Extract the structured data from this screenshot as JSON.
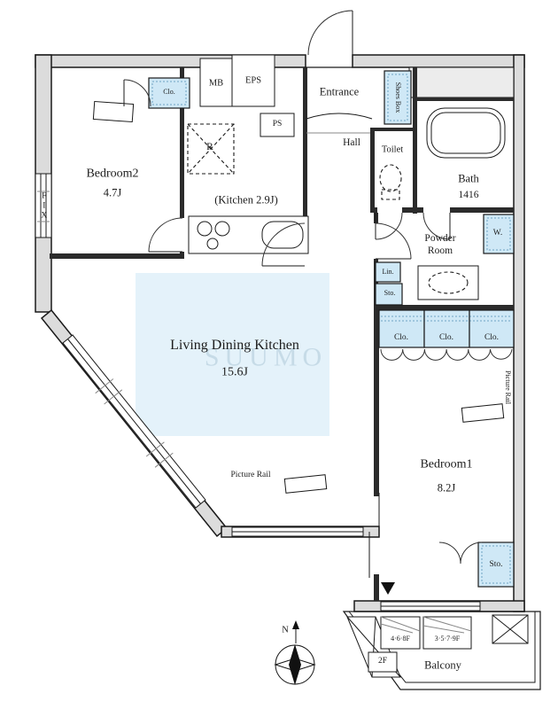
{
  "plan": {
    "rooms": {
      "entrance": "Entrance",
      "hall": "Hall",
      "toilet": "Toilet",
      "bath": "Bath",
      "bath_size": "1416",
      "powder": "Powder\nRoom",
      "bedroom2": "Bedroom2",
      "bedroom2_size": "4.7J",
      "kitchen": "(Kitchen 2.9J)",
      "ldk": "Living Dining Kitchen",
      "ldk_size": "15.6J",
      "bedroom1": "Bedroom1",
      "bedroom1_size": "8.2J",
      "balcony": "Balcony"
    },
    "storage": {
      "shoes_box": "Shoes Box",
      "clo_bedroom2": "Clo.",
      "clo": "Clo.",
      "lin": "Lin.",
      "sto": "Sto.",
      "washer": "W."
    },
    "labels": {
      "mb": "MB",
      "eps": "EPS",
      "ps": "PS",
      "fridge": "R",
      "fix": "FIX",
      "picture_rail": "Picture Rail",
      "floors_a": "4·6·8F",
      "floors_b": "3·5·7·9F",
      "floor_2f": "2F",
      "compass_n": "N",
      "watermark": "SUUMO"
    },
    "colors": {
      "closet_fill": "#cfe8f6",
      "ldk_highlight": "#e4f2fa",
      "wall_gray": "#dcdcdc",
      "line": "#1a1a1a"
    }
  }
}
